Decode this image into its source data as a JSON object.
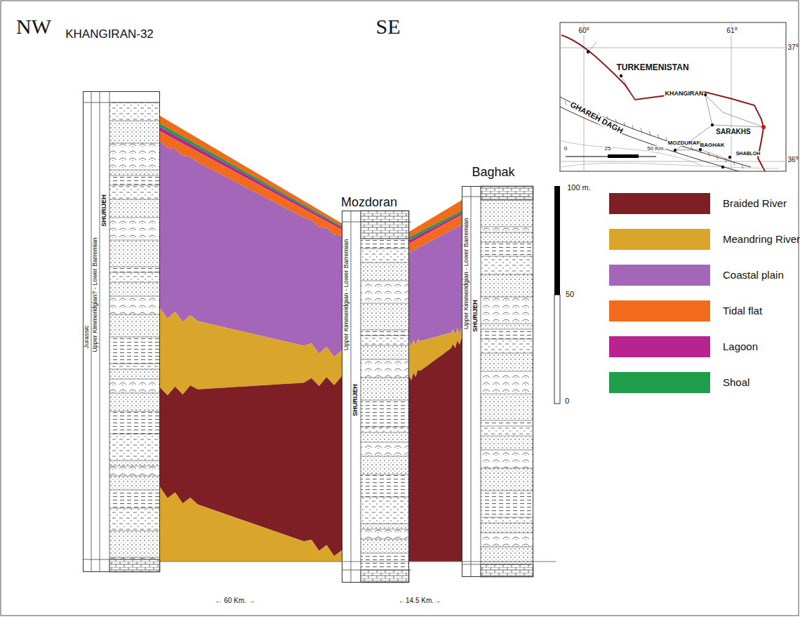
{
  "diagram": {
    "nodes": [
      {
        "text": [
          "KHANGIRAN-32"
        ]
      },
      {
        "text": [
          "Mozdoran"
        ]
      },
      {
        "text": [
          "Baghak"
        ]
      }
    ],
    "labels": [
      "NW",
      "SE",
      "60⁰",
      "61⁰",
      "37⁰",
      "36⁰",
      "TURKEMENISTAN",
      "KHANGIRAN",
      "SARAKHS",
      "GHAREH DAGH",
      "MOZDURAN",
      "BAGHAK",
      "SHABLOH",
      "0",
      "25",
      "50 Km.",
      "100 m.",
      "50",
      "0",
      "← 60 Km. →",
      "←14.5 Km.→",
      "Jurassic",
      "Upper Kimmeridgian? - Lower Barremian",
      "SHURIJEH",
      "Upper Kimmeridgian - Lower Barremian",
      "SHURIJEH",
      "Upper Kimmeridgian - Lower Barremian",
      "SHURIJEH"
    ],
    "legend": [
      {
        "text": "Braided River",
        "color": "#7d1f24"
      },
      {
        "text": "Meandring River",
        "color": "#d9a52b"
      },
      {
        "text": "Coastal plain",
        "color": "#a366b8"
      },
      {
        "text": "Tidal flat",
        "color": "#f26b1d"
      },
      {
        "text": "Lagoon",
        "color": "#b8248f"
      },
      {
        "text": "Shoal",
        "color": "#1f9d4b"
      }
    ]
  }
}
